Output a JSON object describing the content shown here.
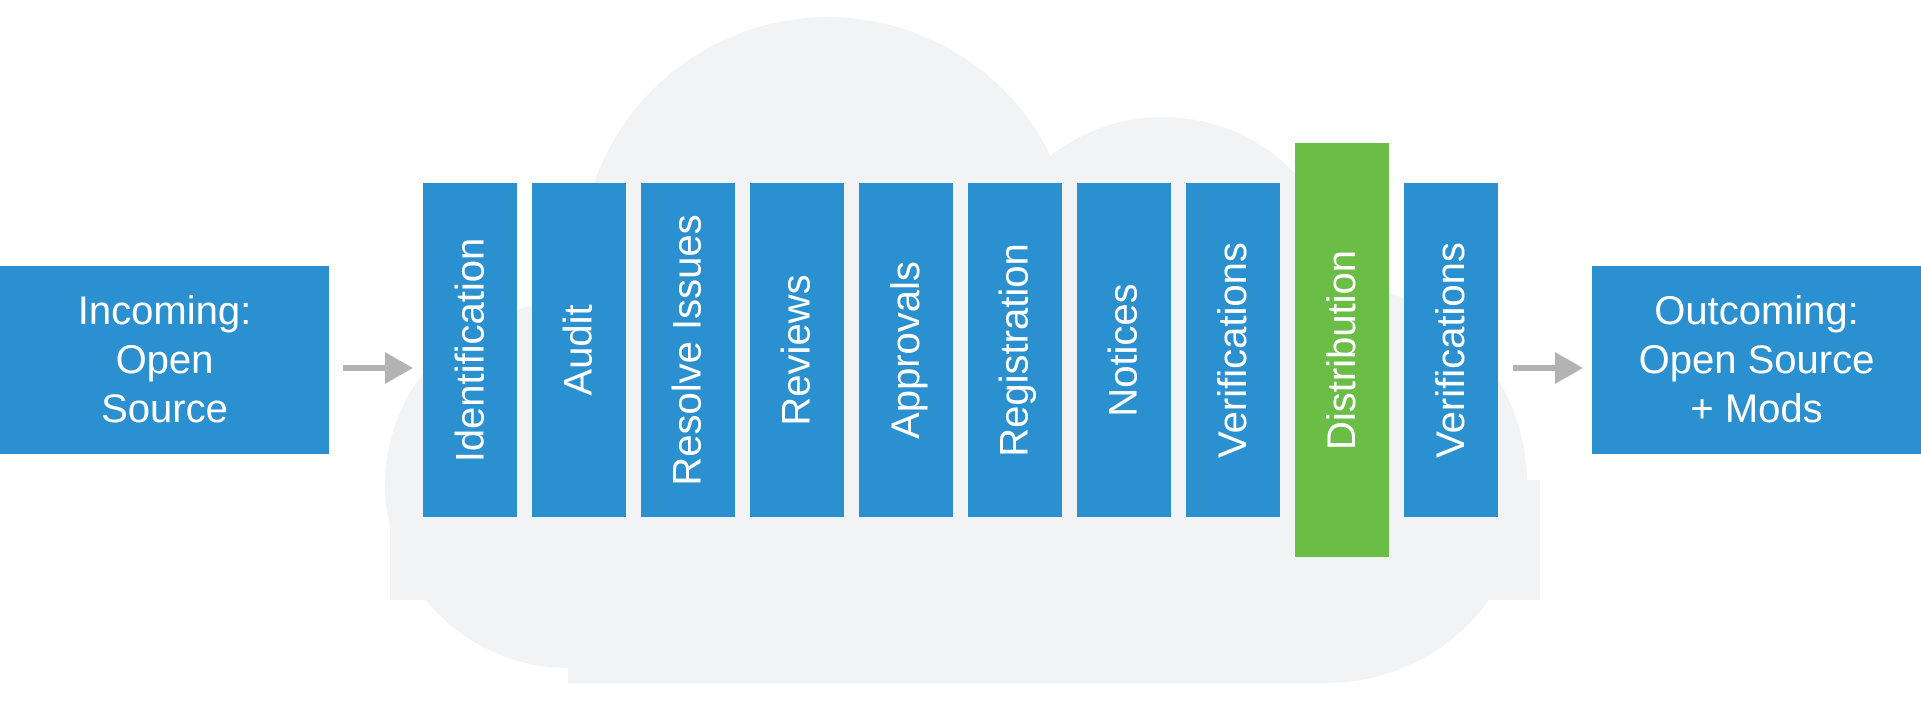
{
  "incoming": {
    "lines": [
      "Incoming:",
      "Open",
      "Source"
    ]
  },
  "steps": [
    {
      "label": "Identification",
      "highlight": false
    },
    {
      "label": "Audit",
      "highlight": false
    },
    {
      "label": "Resolve Issues",
      "highlight": false
    },
    {
      "label": "Reviews",
      "highlight": false
    },
    {
      "label": "Approvals",
      "highlight": false
    },
    {
      "label": "Registration",
      "highlight": false
    },
    {
      "label": "Notices",
      "highlight": false
    },
    {
      "label": "Verifications",
      "highlight": false
    },
    {
      "label": "Distribution",
      "highlight": true
    },
    {
      "label": "Verifications",
      "highlight": false
    }
  ],
  "outgoing": {
    "lines": [
      "Outcoming:",
      "Open Source",
      "+ Mods"
    ]
  },
  "colors": {
    "step": "#2b90d0",
    "highlight": "#6bbe45",
    "cloud": "#f2f3f4",
    "arrow": "#b3b3b3"
  }
}
